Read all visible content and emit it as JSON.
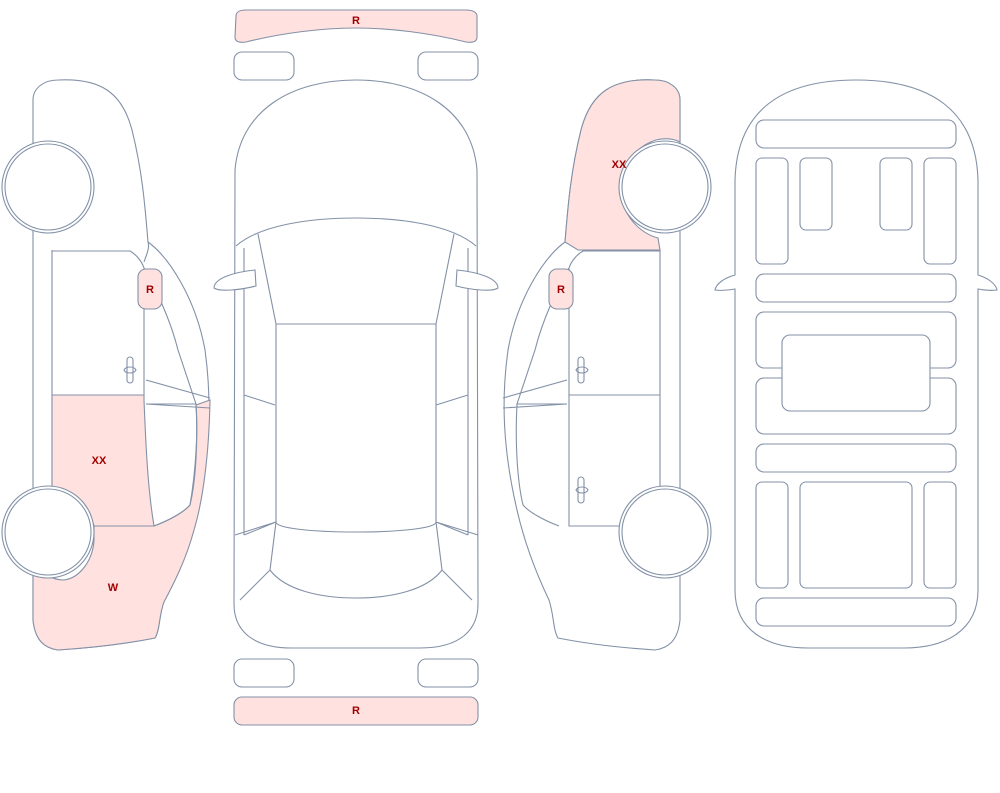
{
  "colors": {
    "outline": "#8391a7",
    "marked_fill": "#ffe1df",
    "code_text": "#a00000",
    "background": "#ffffff"
  },
  "damage_marks": {
    "front_bumper": "R",
    "rear_bumper": "R",
    "left_mirror": "R",
    "left_rear_door": "XX",
    "left_rear_quarter": "W",
    "right_mirror": "R",
    "right_front_fender": "XX"
  }
}
